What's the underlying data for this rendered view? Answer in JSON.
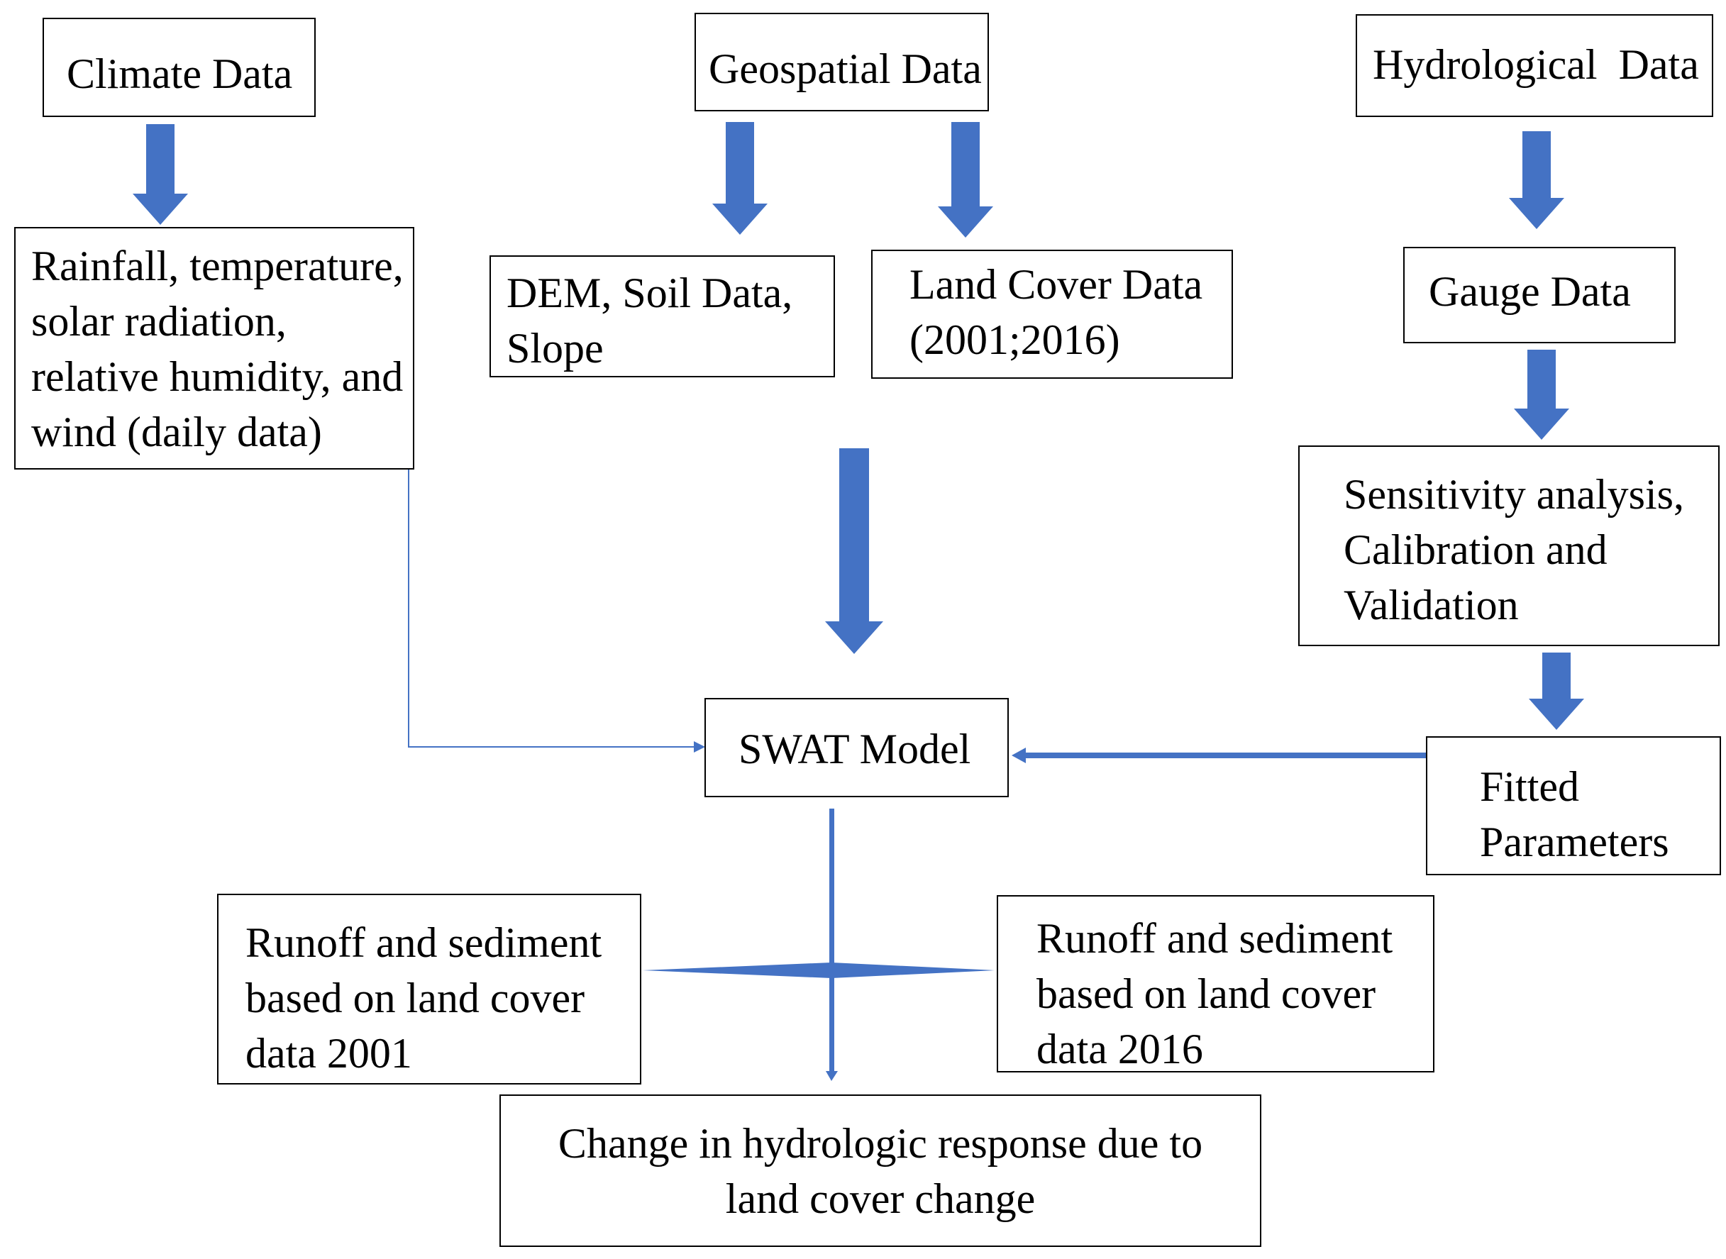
{
  "colors": {
    "arrow": "#4472c4",
    "border": "#000000",
    "text": "#000000",
    "background": "#ffffff"
  },
  "boxes": {
    "climate_data": {
      "lines": [
        "Climate Data"
      ]
    },
    "geospatial_data": {
      "lines": [
        "Geospatial Data"
      ]
    },
    "hydrological_data": {
      "lines": [
        "Hydrological  Data"
      ]
    },
    "climate_variables": {
      "lines": [
        "Rainfall, temperature,",
        "solar radiation,",
        "relative humidity, and",
        "wind (daily data)"
      ]
    },
    "dem_soil_slope": {
      "lines": [
        "DEM, Soil Data,",
        "Slope"
      ]
    },
    "land_cover_data": {
      "lines": [
        "Land Cover Data",
        "(2001;2016)"
      ]
    },
    "gauge_data": {
      "lines": [
        "Gauge Data"
      ]
    },
    "calibration": {
      "lines": [
        "Sensitivity analysis,",
        "Calibration and",
        "Validation"
      ]
    },
    "swat_model": {
      "lines": [
        "SWAT Model"
      ]
    },
    "fitted_parameters": {
      "lines": [
        "Fitted",
        "Parameters"
      ]
    },
    "runoff_2001": {
      "lines": [
        "Runoff and sediment",
        "based on land cover",
        "data 2001"
      ]
    },
    "runoff_2016": {
      "lines": [
        "Runoff and sediment",
        "based on land cover",
        "data 2016"
      ]
    },
    "hydrologic_change": {
      "lines": [
        "Change in hydrologic response due to",
        "land cover change"
      ]
    }
  }
}
